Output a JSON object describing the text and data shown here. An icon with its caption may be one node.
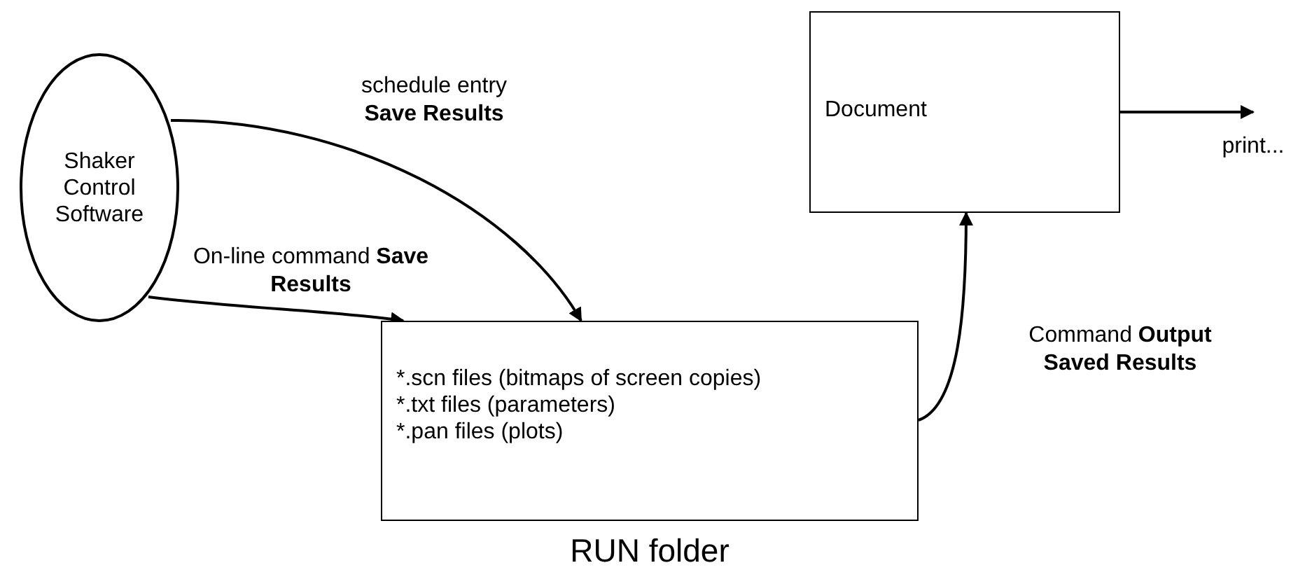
{
  "diagram": {
    "nodes": [
      {
        "text": [
          "Shaker Control Software"
        ]
      },
      {
        "text": [
          "*.scn files (bitmaps of screen copies)",
          "*.txt files (parameters)",
          "*.pan files (plots)"
        ],
        "beside": [
          "RUN folder"
        ]
      },
      {
        "text": [
          "Document"
        ]
      }
    ],
    "edges": [
      {
        "from": 0,
        "to": 1,
        "arrow": "to",
        "label": "schedule entry **Save Results**"
      },
      {
        "from": 0,
        "to": 1,
        "arrow": "to",
        "label": "On-line command **Save Results**"
      },
      {
        "from": 1,
        "to": 2,
        "arrow": "to",
        "label": "Command **Output Saved Results**"
      },
      {
        "from": 2,
        "to": null,
        "arrow": "to",
        "label": "print..."
      }
    ]
  }
}
